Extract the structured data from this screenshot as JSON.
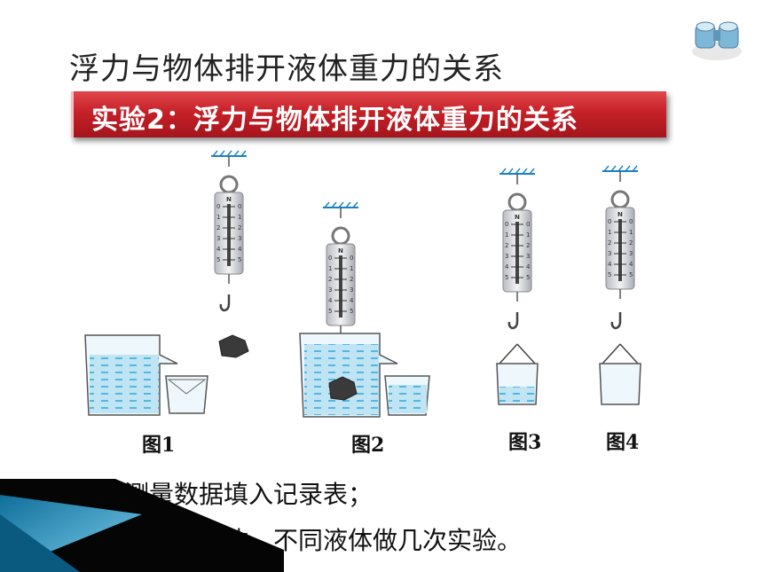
{
  "title": "浮力与物体排开液体重力的关系",
  "banner": "实验2：浮力与物体排开液体重力的关系",
  "captions": [
    "图1",
    "图2",
    "图3",
    "图4"
  ],
  "scale_unit": "N",
  "scale_numbers": [
    "0",
    "1",
    "2",
    "3",
    "4",
    "5"
  ],
  "bottom_lines": {
    "line1": "测量数据填入记录表；",
    "line2": "用不同物体、不同液体做几次实验。"
  },
  "colors": {
    "banner": "#c62028",
    "water": "#2aa3d6",
    "arrow": "#1a82c4"
  }
}
